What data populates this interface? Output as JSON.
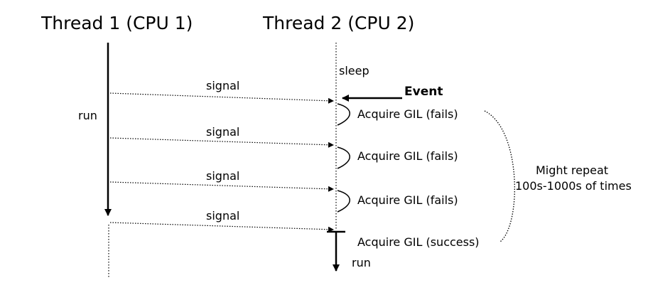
{
  "threads": {
    "thread1_title": "Thread 1 (CPU 1)",
    "thread2_title": "Thread 2 (CPU 2)"
  },
  "labels": {
    "sleep": "sleep",
    "run_left": "run",
    "run_right": "run",
    "event": "Event",
    "signal": "signal",
    "acquire_fails": "Acquire GIL (fails)",
    "acquire_success": "Acquire GIL (success)",
    "repeat_line1": "Might repeat",
    "repeat_line2": "100s-1000s of times"
  },
  "signals": [
    {
      "label": "signal",
      "outcome": "Acquire GIL (fails)"
    },
    {
      "label": "signal",
      "outcome": "Acquire GIL (fails)"
    },
    {
      "label": "signal",
      "outcome": "Acquire GIL (fails)"
    },
    {
      "label": "signal",
      "outcome": "Acquire GIL (success)"
    }
  ]
}
